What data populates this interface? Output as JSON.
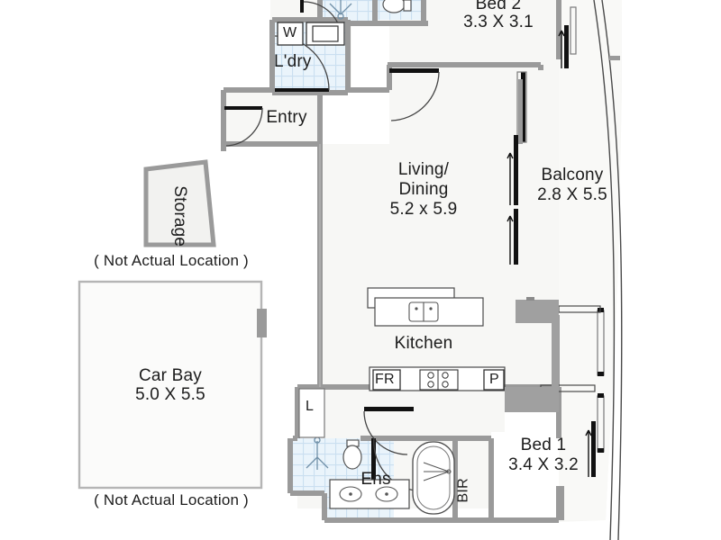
{
  "document": {
    "type": "residential-floor-plan",
    "units": "metres"
  },
  "rooms": [
    {
      "id": "bed2",
      "name": "Bed 2",
      "dimensions": "3.3 X 3.1"
    },
    {
      "id": "living",
      "name": "Living/",
      "name2": "Dining",
      "dimensions": "5.2 x 5.9"
    },
    {
      "id": "balcony",
      "name": "Balcony",
      "dimensions": "2.8 X 5.5"
    },
    {
      "id": "bed1",
      "name": "Bed 1",
      "dimensions": "3.4 X 3.2"
    },
    {
      "id": "carbay",
      "name": "Car Bay",
      "dimensions": "5.0 X 5.5"
    },
    {
      "id": "kitchen",
      "name": "Kitchen",
      "dimensions": ""
    },
    {
      "id": "entry",
      "name": "Entry",
      "dimensions": ""
    },
    {
      "id": "laundry",
      "name": "L'dry",
      "dimensions": ""
    },
    {
      "id": "ensuite",
      "name": "Ens",
      "dimensions": ""
    },
    {
      "id": "storage",
      "name": "Storage",
      "dimensions": ""
    }
  ],
  "fixtures": [
    {
      "id": "washer",
      "label": "W",
      "meaning": "washing-machine"
    },
    {
      "id": "dryer",
      "label": "",
      "meaning": "dryer-box"
    },
    {
      "id": "fridge",
      "label": "FR",
      "meaning": "fridge"
    },
    {
      "id": "pantry",
      "label": "P",
      "meaning": "pantry"
    },
    {
      "id": "linen",
      "label": "L",
      "meaning": "linen-cupboard"
    },
    {
      "id": "robe",
      "label": "BIR",
      "meaning": "built-in-robe"
    }
  ],
  "notes": {
    "storage_note": "( Not Actual Location )",
    "carbay_note": "( Not Actual Location )"
  },
  "colors": {
    "wall": "#9a9a9a",
    "wall_dark": "#111111",
    "fill": "#f7f7f5",
    "tile_bg": "#eaf4fb",
    "tile_line": "#cadff0",
    "text": "#1c1c1c",
    "fixture_gray": "#a0a0a0",
    "outline": "#555555"
  }
}
